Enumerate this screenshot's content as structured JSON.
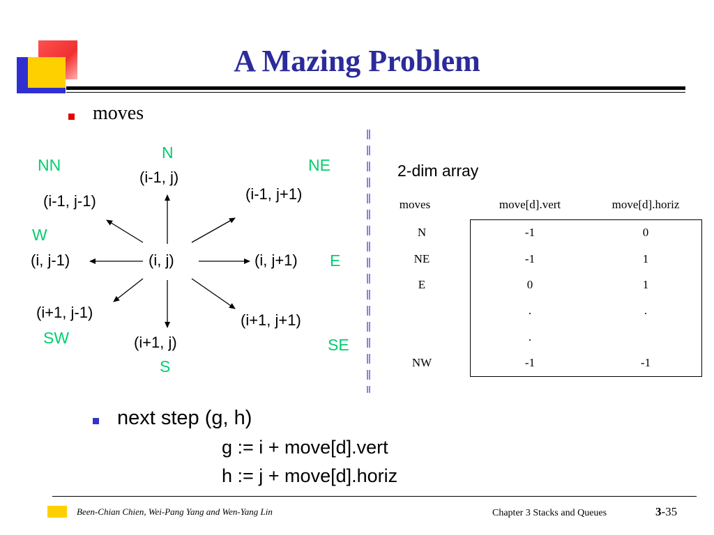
{
  "slide": {
    "title": "A Mazing Problem",
    "bullet1": "moves",
    "bullet2": "next step (g, h)",
    "formula1": "g := i + move[d].vert",
    "formula2": "h := j + move[d].horiz"
  },
  "diagram": {
    "center": "(i, j)",
    "n_label": "N",
    "n_coord": "(i-1, j)",
    "nn_label": "NN",
    "nn_coord": "(i-1, j-1)",
    "ne_label": "NE",
    "ne_coord": "(i-1, j+1)",
    "w_label": "W",
    "w_coord": "(i, j-1)",
    "e_label": "E",
    "e_coord": "(i, j+1)",
    "sw_label": "SW",
    "sw_coord": "(i+1, j-1)",
    "s_label": "S",
    "s_coord": "(i+1, j)",
    "se_label": "SE",
    "se_coord": "(i+1, j+1)"
  },
  "array": {
    "title": "2-dim array",
    "headers": [
      "moves",
      "move[d].vert",
      "move[d].horiz"
    ],
    "rows": [
      [
        "N",
        "-1",
        "0"
      ],
      [
        "NE",
        "-1",
        "1"
      ],
      [
        "E",
        "0",
        "1"
      ],
      [
        "",
        ".",
        "."
      ],
      [
        "",
        ".",
        ""
      ],
      [
        "NW",
        "-1",
        "-1"
      ]
    ]
  },
  "footer": {
    "authors": "Been-Chian Chien, Wei-Pang Yang and Wen-Yang Lin",
    "chapter": "Chapter 3  Stacks and Queues",
    "page_bold": "3",
    "page_rest": "-35"
  },
  "colors": {
    "title": "#2b2b9b",
    "accent_green": "#00ce6f",
    "logo_red": "#f03030",
    "logo_yellow": "#ffd000",
    "logo_blue": "#3030d0",
    "bullet_red": "#e00000",
    "bullet_blue": "#3333cc"
  }
}
